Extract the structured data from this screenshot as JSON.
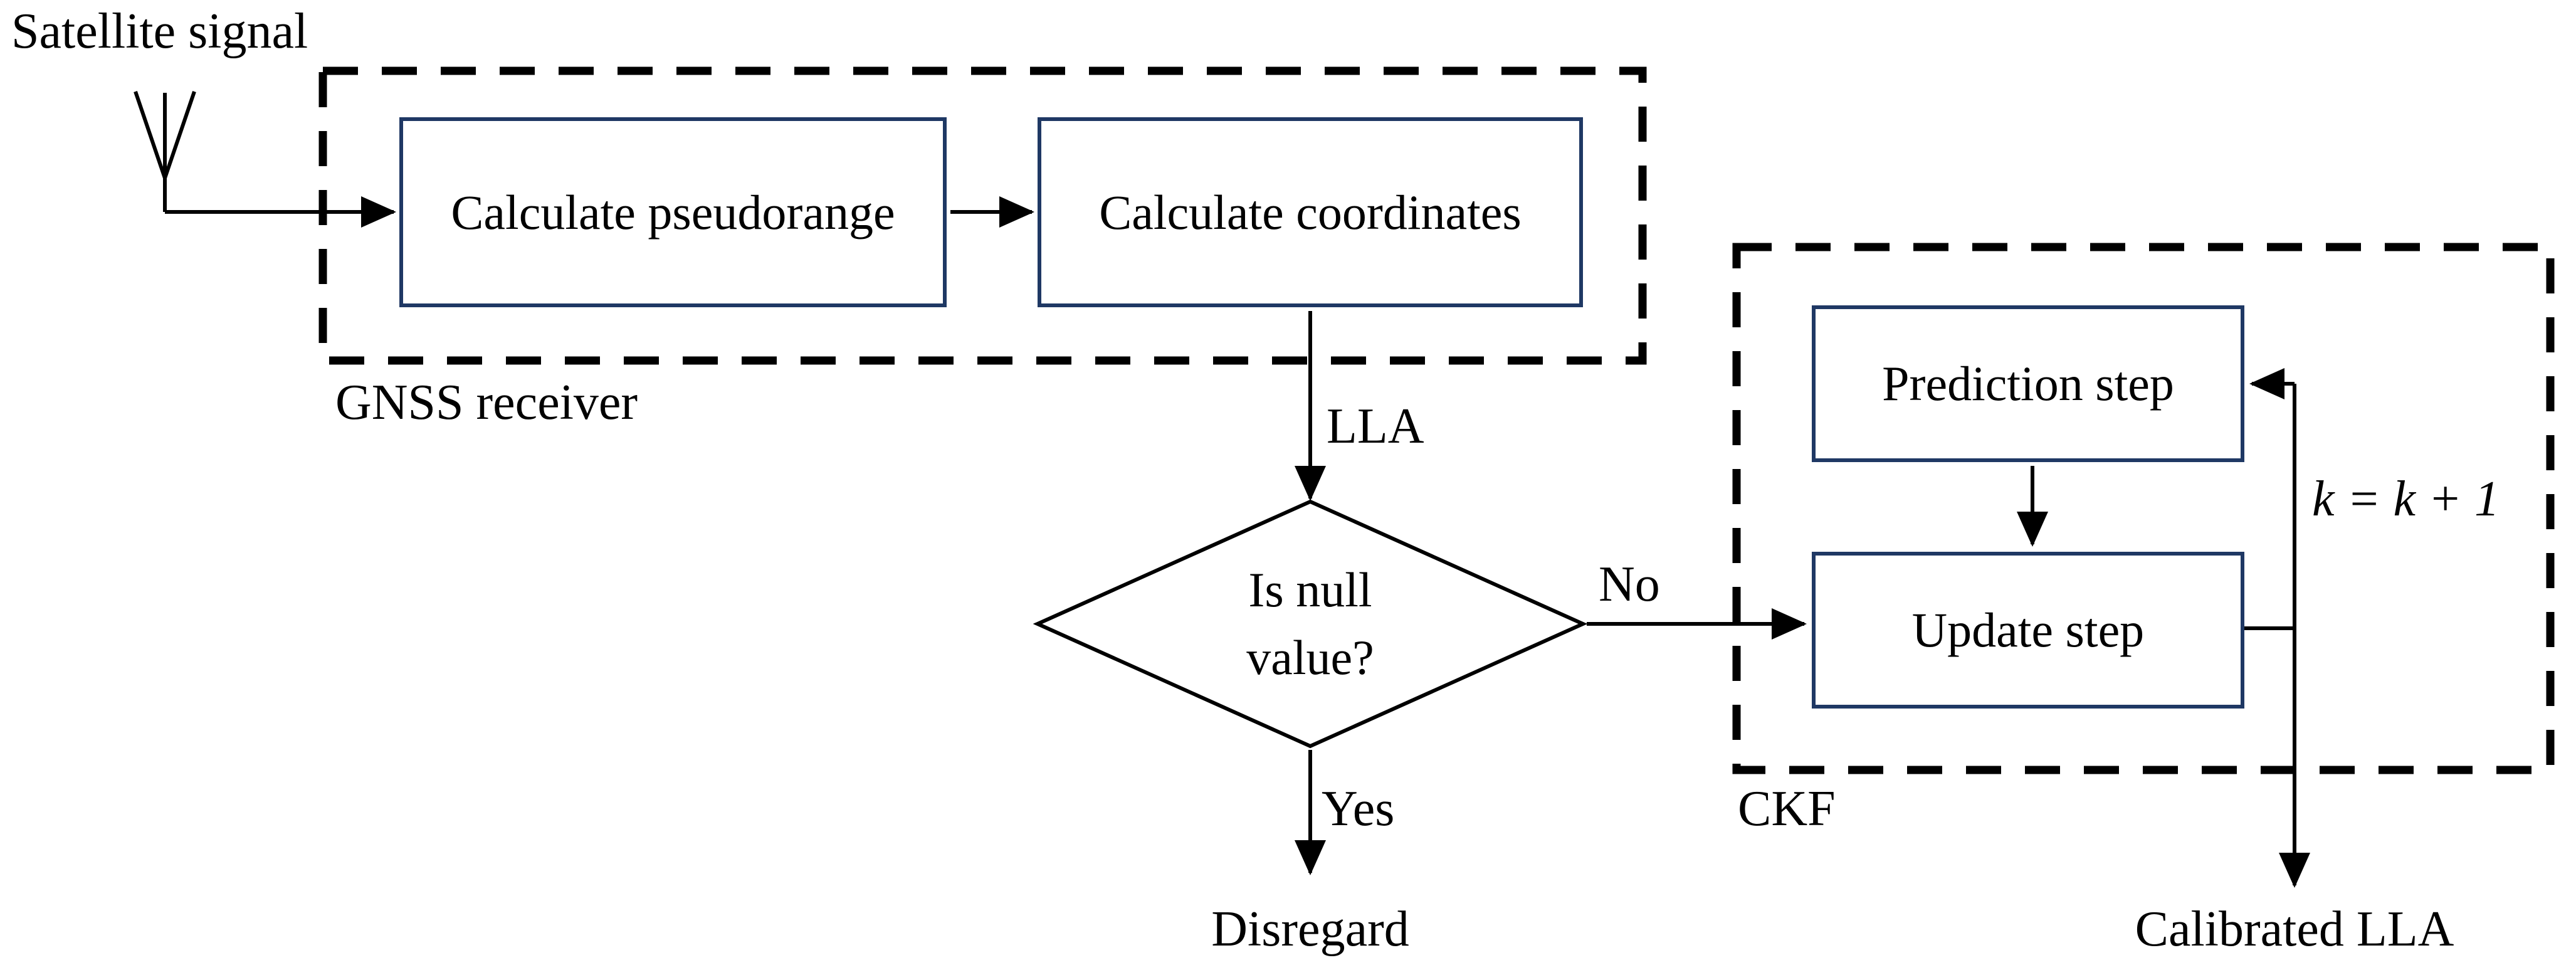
{
  "source_label": "Satellite signal",
  "gnss_group": {
    "label": "GNSS receiver",
    "boxes": [
      {
        "label": "Calculate pseudorange"
      },
      {
        "label": "Calculate coordinates"
      }
    ]
  },
  "lla_label": "LLA",
  "decision": {
    "label_line1": "Is null",
    "label_line2": "value?",
    "no_label": "No",
    "yes_label": "Yes"
  },
  "ckf_group": {
    "label": "CKF",
    "boxes": [
      {
        "label": "Prediction step"
      },
      {
        "label": "Update step"
      }
    ],
    "loop_label": "k = k + 1"
  },
  "outputs": {
    "disregard": "Disregard",
    "calibrated": "Calibrated LLA"
  },
  "colors": {
    "line": "#000000",
    "box_border": "#1f3864",
    "background": "#ffffff",
    "text": "#000000"
  }
}
